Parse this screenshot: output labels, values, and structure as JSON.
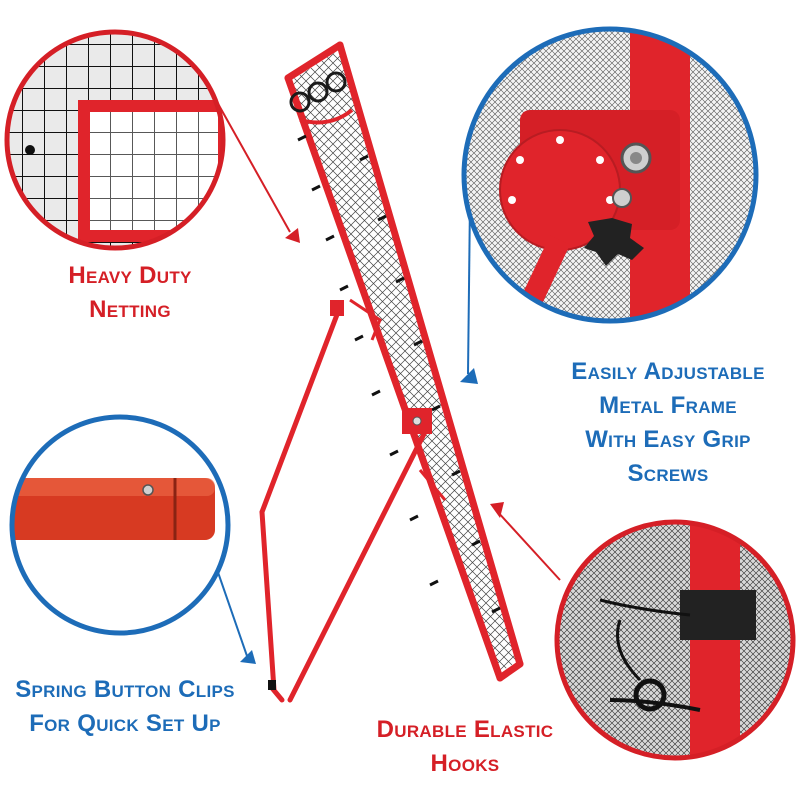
{
  "callouts": {
    "heavy_duty_netting": {
      "lines": [
        "Heavy Duty",
        "Netting"
      ]
    },
    "adjustable_frame": {
      "lines": [
        "Easily Adjustable",
        "Metal Frame",
        "With Easy Grip",
        "Screws"
      ]
    },
    "spring_button_clips": {
      "lines": [
        "Spring Button Clips",
        "For Quick Set Up"
      ]
    },
    "elastic_hooks": {
      "lines": [
        "Durable Elastic",
        "Hooks"
      ]
    }
  },
  "colors": {
    "frame_red": "#e0242b",
    "accent_red": "#d51f26",
    "accent_blue": "#1d6cb8",
    "net_black": "#1a1a1a"
  }
}
